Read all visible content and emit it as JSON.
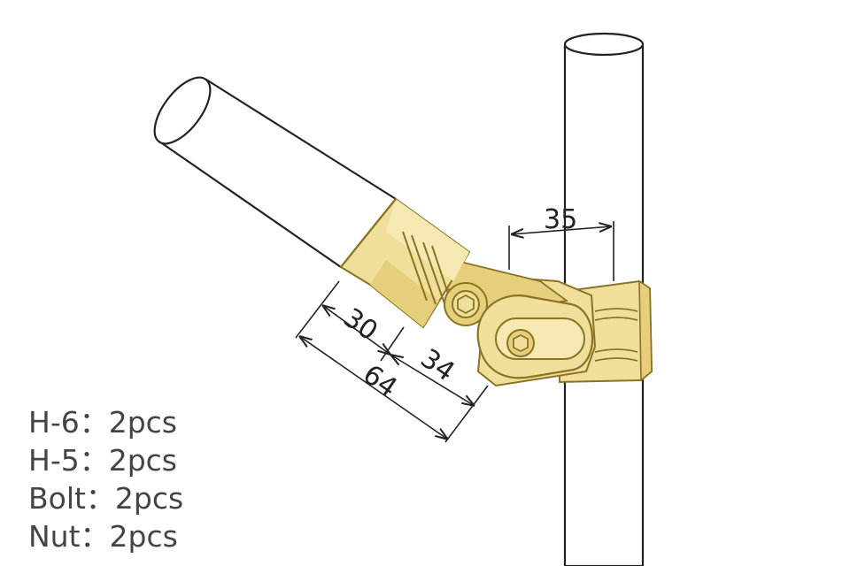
{
  "dimensions": {
    "clamp_width": "35",
    "socket_depth": "30",
    "offset": "34",
    "total_length": "64"
  },
  "parts": [
    {
      "text": "H-6：2pcs"
    },
    {
      "text": "H-5：2pcs"
    },
    {
      "text": "Bolt：2pcs"
    },
    {
      "text": "Nut：2pcs"
    }
  ],
  "colors": {
    "brass_fill": "#f0df9a",
    "brass_shade": "#e6cf7c",
    "brass_outline": "#8a7424",
    "line": "#222222",
    "text": "#444444"
  }
}
